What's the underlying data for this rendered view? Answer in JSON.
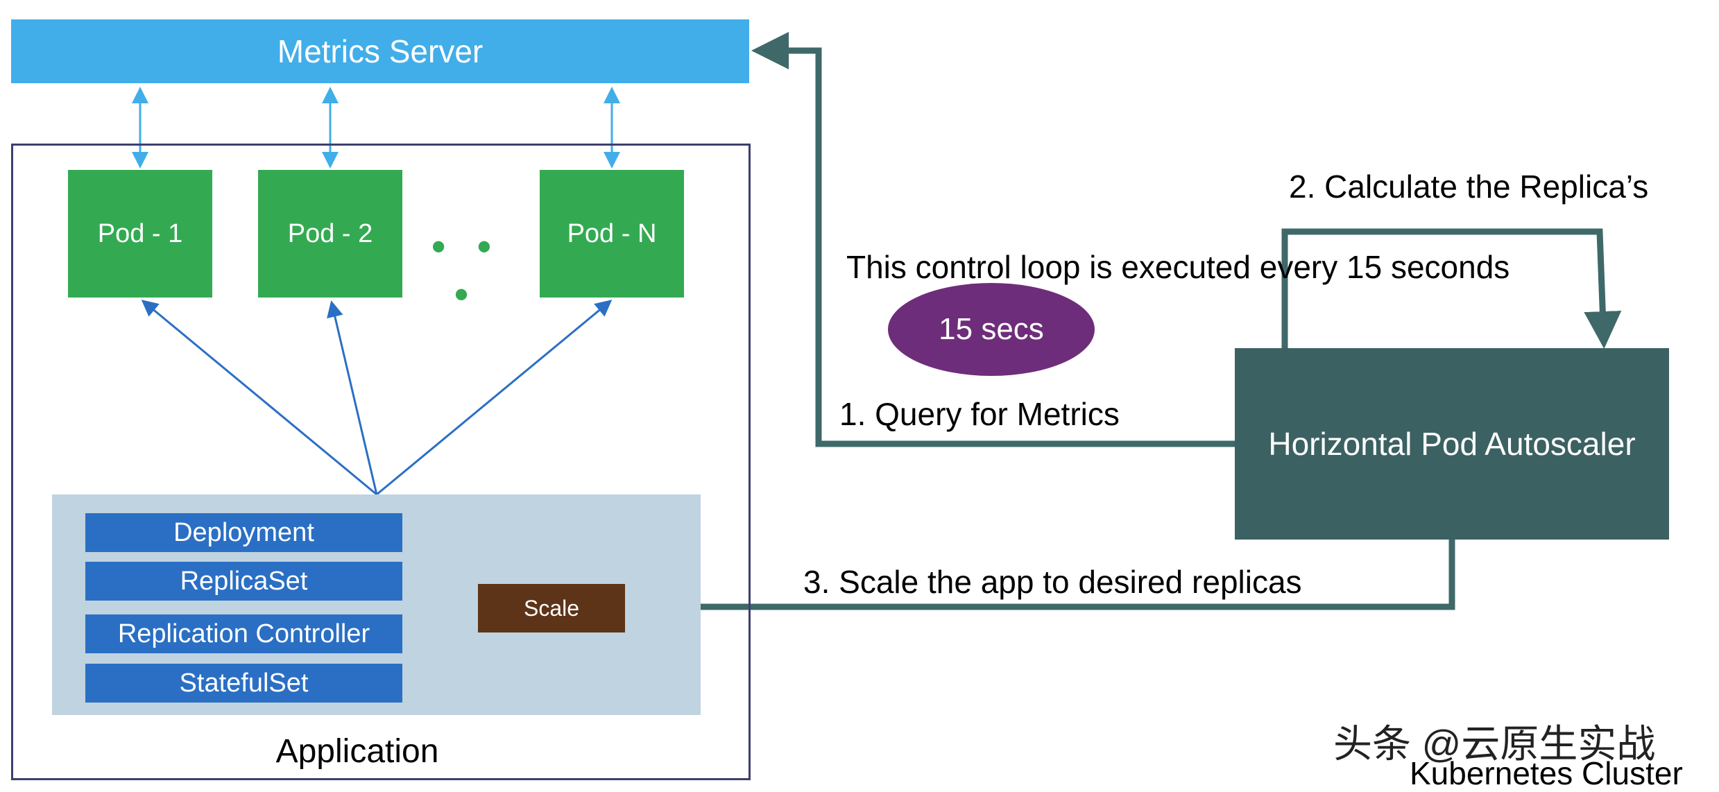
{
  "metrics_server": {
    "label": "Metrics Server"
  },
  "pods": [
    {
      "label": "Pod - 1"
    },
    {
      "label": "Pod - 2"
    },
    {
      "label": "Pod - N"
    }
  ],
  "pod_ellipsis": "• • •",
  "controllers": [
    {
      "label": "Deployment"
    },
    {
      "label": "ReplicaSet"
    },
    {
      "label": "Replication Controller"
    },
    {
      "label": "StatefulSet"
    }
  ],
  "scale": {
    "label": "Scale"
  },
  "application": {
    "label": "Application"
  },
  "hpa": {
    "label": "Horizontal Pod Autoscaler"
  },
  "timer": {
    "label": "15 secs"
  },
  "steps": {
    "query": "1. Query for Metrics",
    "calculate": "2. Calculate the Replica’s",
    "scale": "3. Scale the app to desired replicas"
  },
  "loop_note": "This control loop is executed every 15 seconds",
  "cluster_label": "Kubernetes Cluster",
  "watermark": "头条 @云原生实战",
  "colors": {
    "metrics_server": "#41aeea",
    "pod": "#33aa52",
    "controller": "#2a6fc4",
    "app_panel": "#bfd3e1",
    "scale": "#5d3417",
    "hpa": "#3c6162",
    "timer": "#6e2d7a",
    "hpa_arrow": "#3f6869",
    "pod_link": "#41aeea",
    "controller_link": "#2a6fc4"
  }
}
